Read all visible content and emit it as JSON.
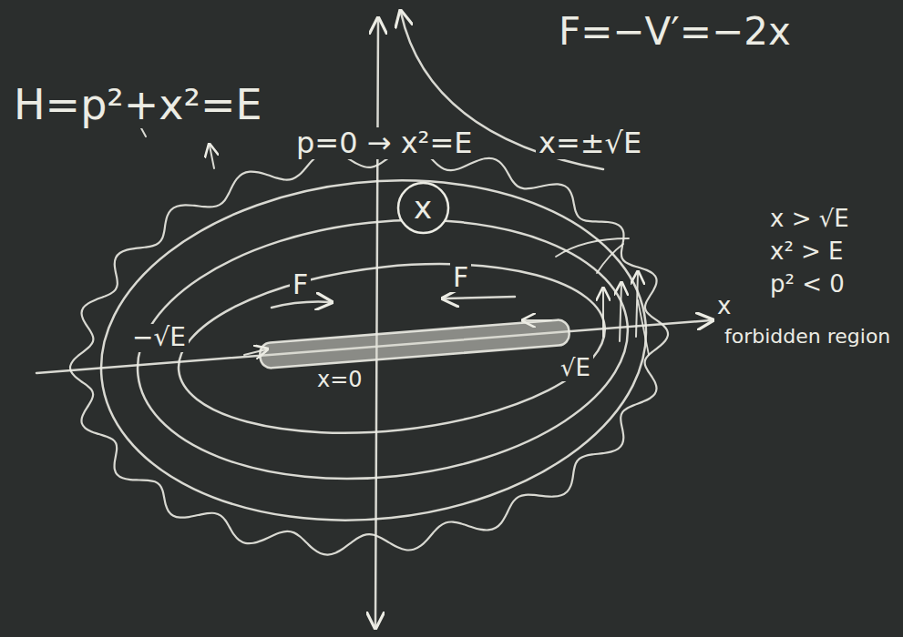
{
  "diagram": {
    "nodes": [
      {
        "text": [
          "x"
        ]
      }
    ],
    "labels": [
      "H=p²+x²=E",
      "F=−V′=−2x",
      "p=0 → x²=E",
      "x=±√E",
      "F",
      "F",
      "−√E",
      "x=0",
      "√E",
      "x",
      "forbidden region",
      "x > √E",
      "x² > E",
      "p² < 0"
    ]
  }
}
